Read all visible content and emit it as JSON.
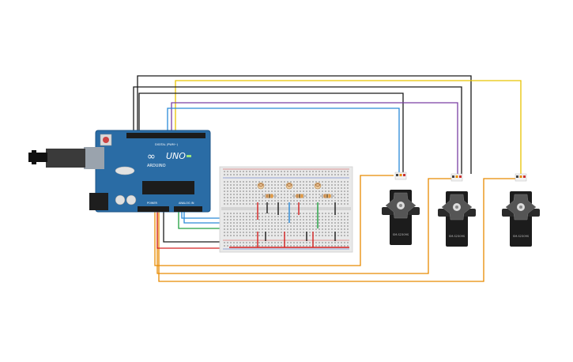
{
  "arduino": {
    "brand": "ARDUINO",
    "model": "UNO",
    "digital_label": "DIGITAL (PWM~)",
    "analog_label": "ANALOG IN",
    "power_label": "POWER",
    "colors": {
      "board": "#2a6ca5",
      "board_edge": "#1d5587",
      "usb": "#9aa3ad",
      "jack": "#222222",
      "chip": "#222222"
    }
  },
  "breadboard": {
    "colors": {
      "body": "#e6e6e6",
      "hole": "#9a9a9a",
      "rail_red": "#d04040",
      "rail_blue": "#4060c0"
    }
  },
  "servos": [
    {
      "label": "SM-S2309S"
    },
    {
      "label": "SM-S2309S"
    },
    {
      "label": "SM-S2309S"
    }
  ],
  "wire_colors": {
    "black": "#1a1a1a",
    "yellow": "#e8c300",
    "purple": "#7a3fa3",
    "blue": "#2a8ad8",
    "orange": "#e88a00",
    "red": "#d42020",
    "green": "#20a040"
  }
}
